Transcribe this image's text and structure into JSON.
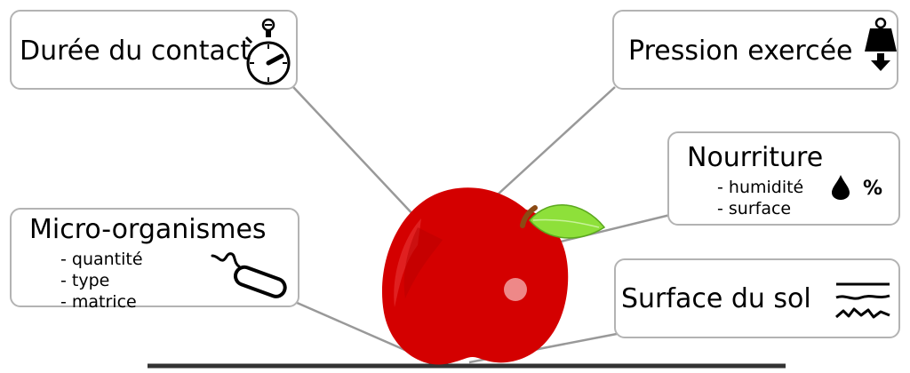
{
  "boxes": {
    "contact": {
      "title": "Durée du contact",
      "icon": "stopwatch-icon"
    },
    "pression": {
      "title": "Pression exercée",
      "icon": "weight-down-icon"
    },
    "nourriture": {
      "title": "Nourriture",
      "items": [
        "- humidité",
        "- surface"
      ],
      "icon": "water-drop-icon",
      "percent": "%"
    },
    "micro": {
      "title": "Micro-organismes",
      "items": [
        "- quantité",
        "- type",
        "- matrice"
      ],
      "icon": "microbe-icon"
    },
    "sol": {
      "title": "Surface du sol",
      "icon": "rough-surface-icon"
    }
  },
  "colors": {
    "apple": "#d40000",
    "leaf": "#8ee03a",
    "border": "#b3b3b3",
    "line": "#999999",
    "ground": "#333333"
  }
}
